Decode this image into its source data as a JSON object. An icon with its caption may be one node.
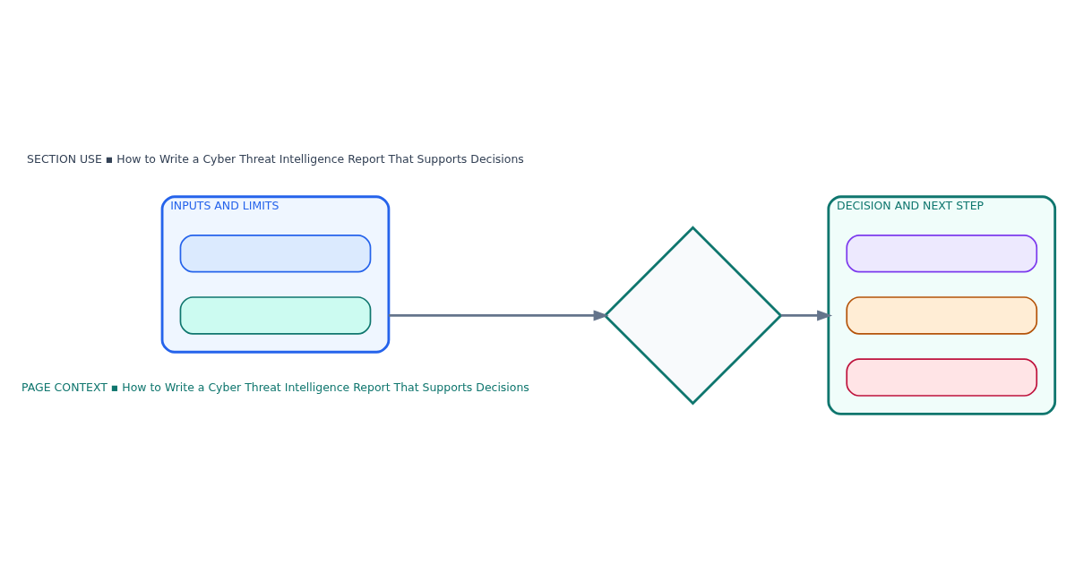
{
  "diagram": {
    "nodes": [
      {
        "text": [
          "INPUTS AND LIMITS"
        ]
      },
      {
        "text": [],
        "shape": "box",
        "in": 0
      },
      {
        "text": [],
        "shape": "box",
        "in": 0
      },
      {
        "text": [],
        "shape": "diamond"
      },
      {
        "text": [
          "DECISION AND NEXT STEP"
        ]
      },
      {
        "text": [],
        "shape": "box",
        "in": 4
      },
      {
        "text": [],
        "shape": "box",
        "in": 4
      },
      {
        "text": [],
        "shape": "box",
        "in": 4
      }
    ],
    "edges": [
      {
        "from": 0,
        "to": 3,
        "arrow": "to"
      },
      {
        "from": 3,
        "to": 4,
        "arrow": "to"
      }
    ],
    "labels": [
      "PAGE CONTEXT ▪ How to Write a Cyber Threat Intelligence Report That Supports Decisions",
      "SECTION USE ▪ How to Write a Cyber Threat Intelligence Report That Supports Decisions"
    ]
  }
}
